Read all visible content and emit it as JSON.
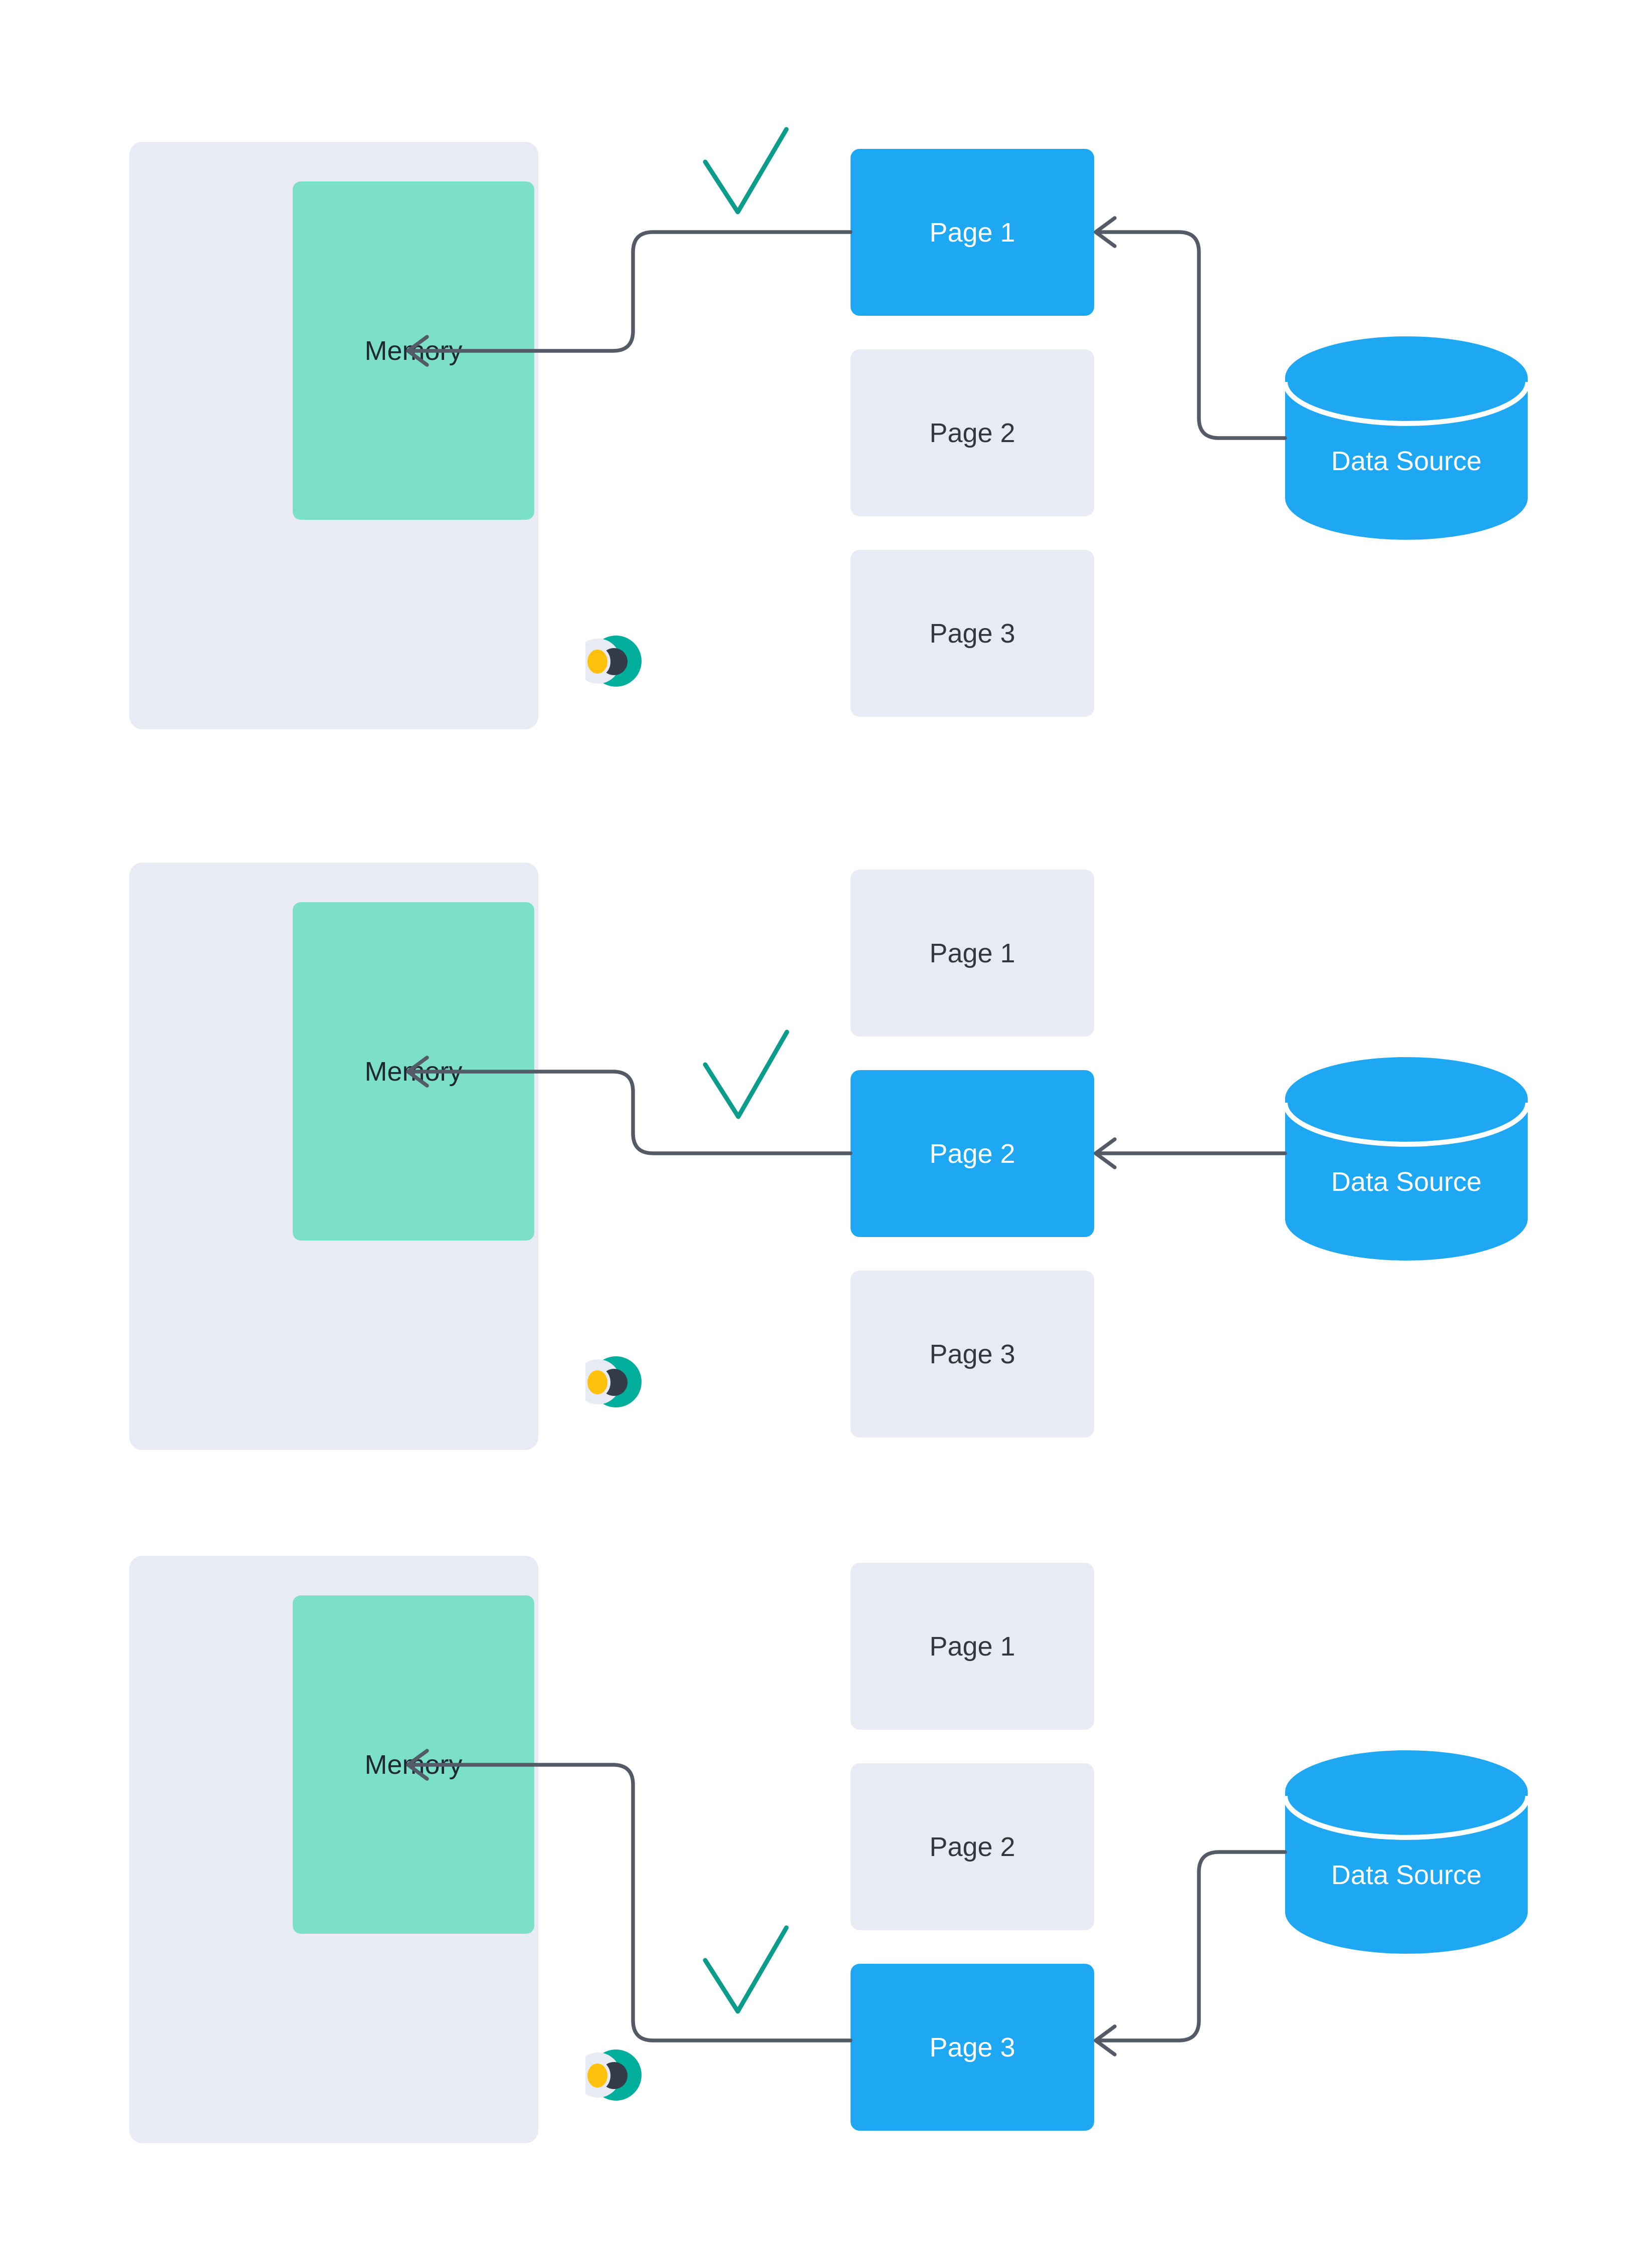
{
  "panels": [
    {
      "memory_label": "Memory",
      "data_source_label": "Data Source",
      "pages": [
        {
          "label": "Page 1",
          "active": true
        },
        {
          "label": "Page 2",
          "active": false
        },
        {
          "label": "Page 3",
          "active": false
        }
      ]
    },
    {
      "memory_label": "Memory",
      "data_source_label": "Data Source",
      "pages": [
        {
          "label": "Page 1",
          "active": false
        },
        {
          "label": "Page 2",
          "active": true
        },
        {
          "label": "Page 3",
          "active": false
        }
      ]
    },
    {
      "memory_label": "Memory",
      "data_source_label": "Data Source",
      "pages": [
        {
          "label": "Page 1",
          "active": false
        },
        {
          "label": "Page 2",
          "active": false
        },
        {
          "label": "Page 3",
          "active": true
        }
      ]
    }
  ],
  "colors": {
    "accent_blue": "#1EA7F2",
    "memory_teal": "#7CDFC9",
    "panel_grey": "#E8EBF3",
    "arrow_grey": "#545B66",
    "check_teal": "#0B9C8C",
    "logo_yellow": "#FFC20C",
    "logo_dark": "#343B49",
    "logo_teal": "#00AF9B",
    "page_text_dark": "#33383F",
    "text_white": "#FFFFFF"
  },
  "icons": {
    "checkmark": "check-icon",
    "arrow": "left-arrow-icon",
    "database": "database-cylinder-icon",
    "logo": "crescent-logo-icon"
  }
}
